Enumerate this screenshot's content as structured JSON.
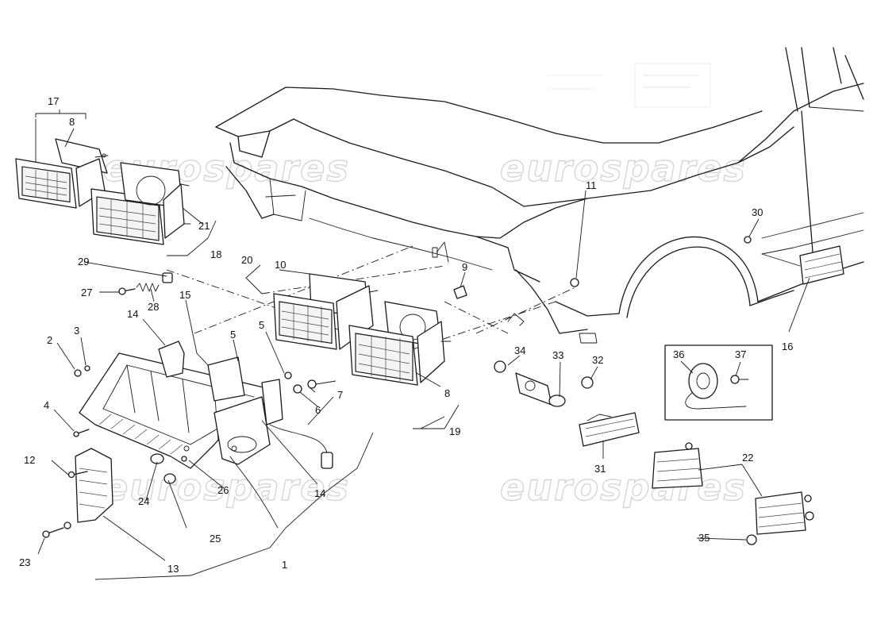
{
  "watermark": {
    "text": "eurospares",
    "color": "#d6d6d6"
  },
  "callouts": {
    "c1": "1",
    "c2": "2",
    "c3": "3",
    "c4": "4",
    "c5a": "5",
    "c5b": "5",
    "c6": "6",
    "c7": "7",
    "c8a": "8",
    "c8b": "8",
    "c9": "9",
    "c10": "10",
    "c11": "11",
    "c12": "12",
    "c13": "13",
    "c14a": "14",
    "c14b": "14",
    "c15": "15",
    "c16": "16",
    "c17": "17",
    "c18": "18",
    "c19": "19",
    "c20": "20",
    "c21": "21",
    "c22": "22",
    "c23": "23",
    "c24": "24",
    "c25": "25",
    "c26": "26",
    "c27": "27",
    "c28": "28",
    "c29": "29",
    "c30": "30",
    "c31": "31",
    "c32": "32",
    "c33": "33",
    "c34": "34",
    "c35": "35",
    "c36": "36",
    "c37": "37"
  },
  "colors": {
    "ink": "#1a1a1a",
    "paper": "#ffffff"
  }
}
